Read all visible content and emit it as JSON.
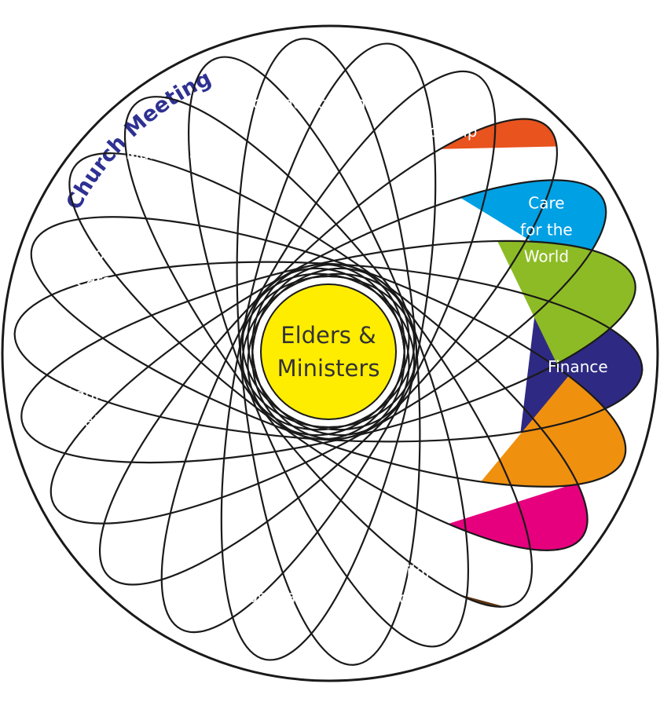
{
  "title": "Church Meeting",
  "center": {
    "lines": [
      "Elders &",
      "Ministers"
    ],
    "color": "#ffed00"
  },
  "petals": [
    {
      "id": "worship",
      "lines": [
        "Worship"
      ],
      "color": "#009933"
    },
    {
      "id": "care-for-the-world",
      "lines": [
        "Care",
        "for the",
        "World"
      ],
      "color": "#00a0e4"
    },
    {
      "id": "finance",
      "lines": [
        "Finance"
      ],
      "color": "#2e2a83"
    },
    {
      "id": "unlabeled-magenta",
      "lines": [],
      "color": "#e6007e"
    },
    {
      "id": "children-and-youth",
      "lines": [
        "Children",
        "and Youth"
      ],
      "color": "#b5122e"
    },
    {
      "id": "hospitality",
      "lines": [
        "Hospitality"
      ],
      "color": "#e32b26"
    },
    {
      "id": "unlabeled-orange",
      "lines": [],
      "color": "#e8531e"
    },
    {
      "id": "adult-education",
      "lines": [
        "Adult",
        "Education"
      ],
      "color": "#8dbb25"
    },
    {
      "id": "pastoral-care",
      "lines": [
        "Pastoral",
        "Care"
      ],
      "color": "#f0900f"
    },
    {
      "id": "maintenance",
      "lines": [
        "Maintenance"
      ],
      "color": "#5c3412"
    },
    {
      "id": "communications",
      "lines": [
        "Communications"
      ],
      "color": "#6a2a8f"
    }
  ],
  "colors": {
    "outline": "#1a1a1a",
    "title": "#2e3192"
  }
}
